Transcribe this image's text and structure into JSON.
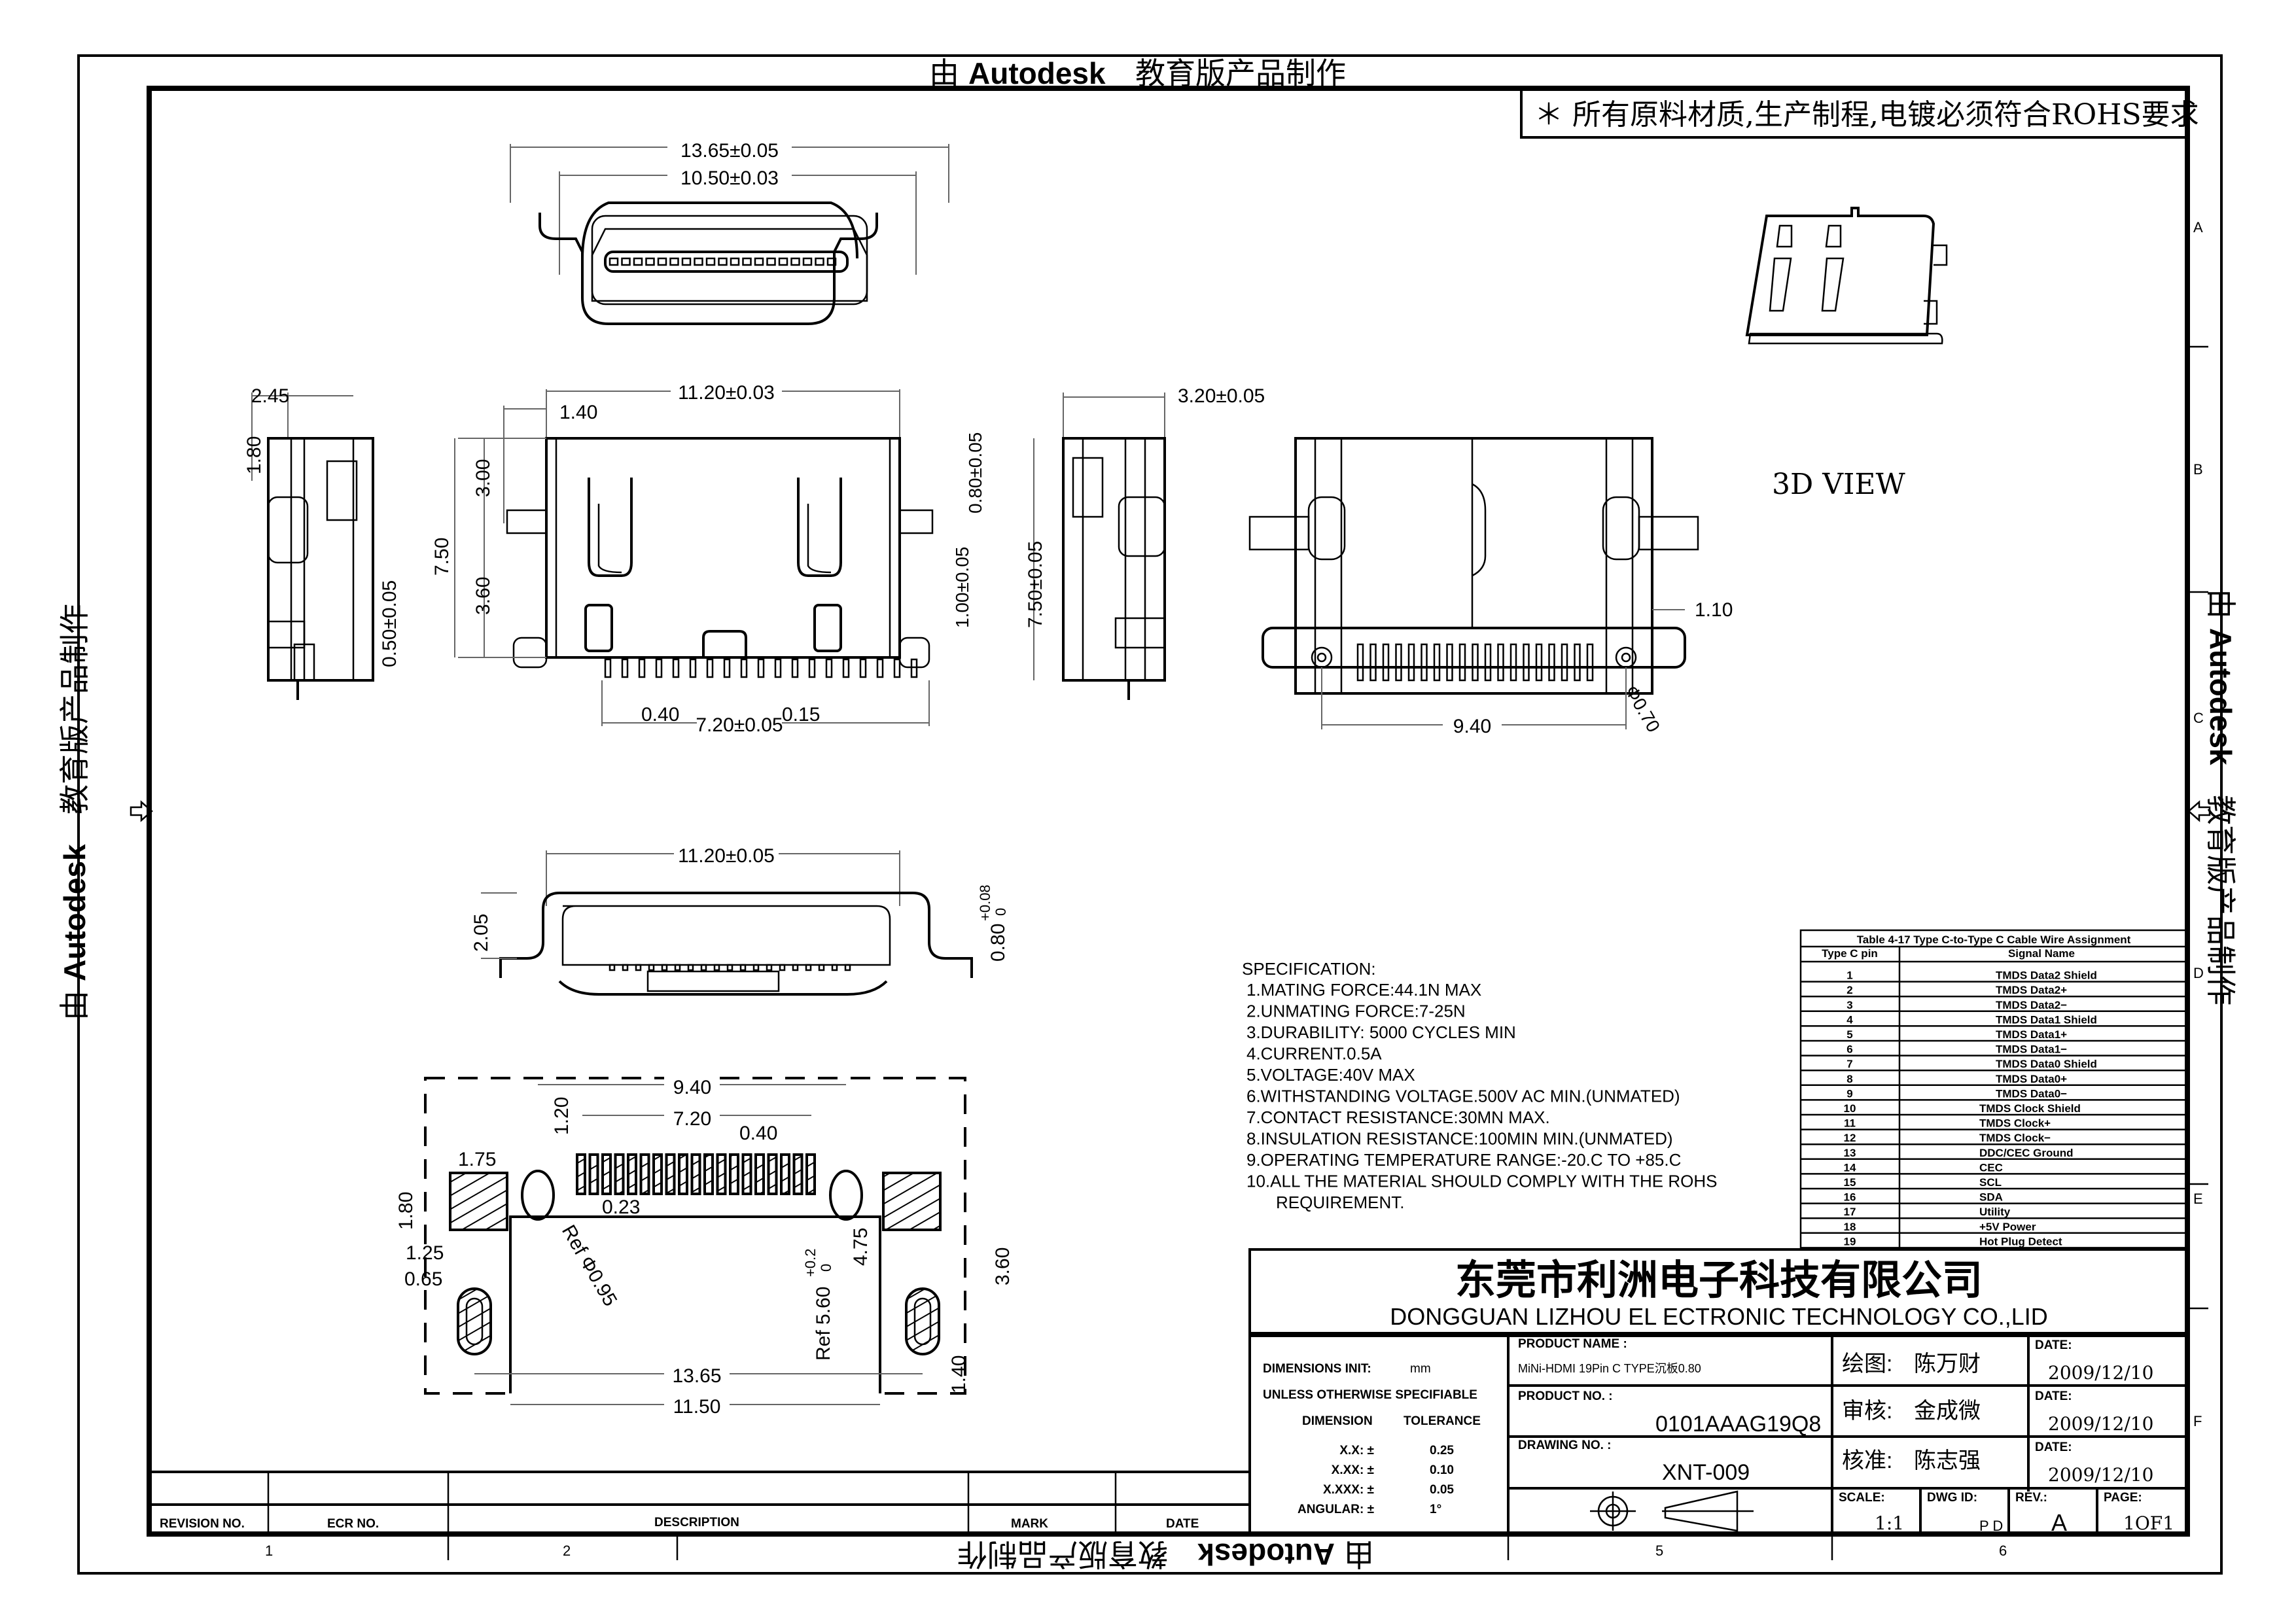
{
  "watermark": {
    "text_prefix": "由",
    "brand": "Autodesk",
    "text_suffix": "教育版产品制作"
  },
  "notice": "＊ 所有原料材质,生产制程,电镀必须符合ROHS要求",
  "zone_letters": [
    "A",
    "B",
    "C",
    "D",
    "E",
    "F"
  ],
  "zone_numbers": [
    "1",
    "2",
    "5",
    "6"
  ],
  "views": {
    "front": {
      "dim_overall": "13.65±0.05",
      "dim_inner": "10.50±0.03"
    },
    "side_left": {
      "dim_width": "2.45",
      "dim_top": "1.80",
      "dim_bottom": "0.50±0.05"
    },
    "top": {
      "dim_width": "11.20±0.03",
      "dim_offset": "1.40",
      "dim_height": "7.50",
      "dim_upper": "3.00",
      "dim_lower": "3.60",
      "dim_pitch": "0.40",
      "dim_pin_width": "0.15",
      "dim_pin_span": "7.20±0.05",
      "dim_right_top": "0.80±0.05",
      "dim_right_bottom": "1.00±0.05"
    },
    "side_right": {
      "dim_width": "3.20±0.05",
      "dim_height": "7.50±0.05"
    },
    "bottom": {
      "dim_peg_span": "9.40",
      "dim_hole": "Φ0.70",
      "dim_offset": "1.10"
    },
    "rear": {
      "dim_width": "11.20±0.05",
      "dim_height": "2.05",
      "dim_sink": "0.80",
      "dim_sink_tol": "+0.08",
      "dim_sink_tol2": "0"
    },
    "label_3d": "3D VIEW"
  },
  "footprint": {
    "dim_peg_span": "9.40",
    "dim_pad_span": "7.20",
    "dim_pitch": "0.40",
    "dim_pad_len": "1.20",
    "dim_tab_w": "1.75",
    "dim_tab_h": "1.80",
    "dim_gap": "0.23",
    "dim_ref_hole": "Ref Φ0.95",
    "dim_slot_w": "1.25",
    "dim_slot_inner": "0.65",
    "dim_slot_span": "13.65",
    "dim_cut_w": "11.50",
    "dim_ref_depth": "Ref 5.60",
    "dim_ref_tol": "+0.2",
    "dim_ref_tol2": "0",
    "dim_475": "4.75",
    "dim_360": "3.60",
    "dim_140": "1.40"
  },
  "specification": {
    "title": "SPECIFICATION:",
    "items": [
      "1.MATING FORCE:44.1N MAX",
      "2.UNMATING FORCE:7-25N",
      "3.DURABILITY: 5000 CYCLES MIN",
      "4.CURRENT.0.5A",
      "5.VOLTAGE:40V MAX",
      "6.WITHSTANDING VOLTAGE.500V AC MIN.(UNMATED)",
      "7.CONTACT RESISTANCE:30MN MAX.",
      "8.INSULATION RESISTANCE:100MIN MIN.(UNMATED)",
      "9.OPERATING TEMPERATURE RANGE:-20.C TO +85.C",
      "10.ALL THE MATERIAL SHOULD COMPLY WITH THE ROHS",
      "REQUIREMENT."
    ]
  },
  "pin_table": {
    "title": "Table 4-17 Type C-to-Type C Cable Wire Assignment",
    "headers": [
      "Type C pin",
      "Signal Name"
    ],
    "rows": [
      [
        "1",
        "TMDS Data2 Shield"
      ],
      [
        "2",
        "TMDS Data2+"
      ],
      [
        "3",
        "TMDS Data2−"
      ],
      [
        "4",
        "TMDS Data1 Shield"
      ],
      [
        "5",
        "TMDS Data1+"
      ],
      [
        "6",
        "TMDS Data1−"
      ],
      [
        "7",
        "TMDS Data0 Shield"
      ],
      [
        "8",
        "TMDS Data0+"
      ],
      [
        "9",
        "TMDS Data0−"
      ],
      [
        "10",
        "TMDS Clock Shield"
      ],
      [
        "11",
        "TMDS Clock+"
      ],
      [
        "12",
        "TMDS Clock−"
      ],
      [
        "13",
        "DDC/CEC Ground"
      ],
      [
        "14",
        "CEC"
      ],
      [
        "15",
        "SCL"
      ],
      [
        "16",
        "SDA"
      ],
      [
        "17",
        "Utility"
      ],
      [
        "18",
        "+5V Power"
      ],
      [
        "19",
        "Hot Plug Detect"
      ]
    ]
  },
  "title_block": {
    "company_cn": "东莞市利洲电子科技有限公司",
    "company_en": "DONGGUAN LIZHOU EL ECTRONIC TECHNOLOGY CO.,LID",
    "dimensions_unit_label": "DIMENSIONS INIT:",
    "dimensions_unit": "mm",
    "unless": "UNLESS OTHERWISE SPECIFIABLE",
    "dim_header": "DIMENSION",
    "tol_header": "TOLERANCE",
    "tolerances": [
      {
        "dim": "X.X: ±",
        "tol": "0.25"
      },
      {
        "dim": "X.XX: ±",
        "tol": "0.10"
      },
      {
        "dim": "X.XXX: ±",
        "tol": "0.05"
      },
      {
        "dim": "ANGULAR: ±",
        "tol": "1°"
      }
    ],
    "product_name_label": "PRODUCT NAME :",
    "product_name": "MiNi-HDMI 19Pin C TYPE沉板0.80",
    "product_no_label": "PRODUCT NO. :",
    "product_no": "0101AAAG19Q8",
    "drawing_no_label": "DRAWING NO. :",
    "drawing_no": "XNT-009",
    "drawn_label": "绘图:",
    "drawn_by": "陈万财",
    "checked_label": "审核:",
    "checked_by": "金成微",
    "approved_label": "核准:",
    "approved_by": "陈志强",
    "date_label": "DATE:",
    "date1": "2009/12/10",
    "date2": "2009/12/10",
    "date3": "2009/12/10",
    "scale_label": "SCALE:",
    "scale": "1:1",
    "dwg_id_label": "DWG ID:",
    "dwg_id": "P D",
    "rev_label": "REV.:",
    "rev": "A",
    "page_label": "PAGE:",
    "page": "1OF1"
  },
  "revision_block": {
    "headers": [
      "REVISION NO.",
      "ECR NO.",
      "DESCRIPTION",
      "MARK",
      "DATE"
    ]
  }
}
